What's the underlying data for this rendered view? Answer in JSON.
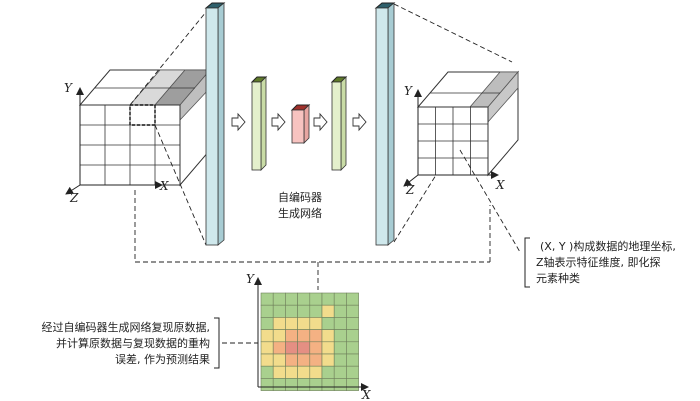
{
  "input_cube": {
    "axis_y": "Y",
    "axis_z": "Z",
    "axis_x": "X"
  },
  "output_cube": {
    "axis_y": "Y",
    "axis_z": "Z",
    "axis_x": "X"
  },
  "network_label": {
    "line1": "自编码器",
    "line2": "生成网络"
  },
  "right_note": {
    "line1": "(X, Y )构成数据的地理坐标,",
    "line2": "Z轴表示特征维度, 即化探",
    "line3": "元素种类"
  },
  "left_note": {
    "line1": "经过自编码器生成网络复现原数据,",
    "line2": "并计算原数据与复现数据的重构",
    "line3": "误差, 作为预测结果"
  },
  "heatmap": {
    "axis_y": "Y",
    "axis_x": "X",
    "size": 8,
    "colors": {
      "low": "#a9d08e",
      "mid": "#f2dc8c",
      "high": "#f4b183",
      "peak": "#e58f83",
      "grid": "#6e7f5a"
    }
  },
  "layers": {
    "outer": "#cfe8ec",
    "mid": "#e4f0cc",
    "bottleneck": "#f7c3c0",
    "cap_outer": "#2e5f6b",
    "cap_mid": "#5f7a2a",
    "cap_bottleneck": "#a0302b"
  }
}
